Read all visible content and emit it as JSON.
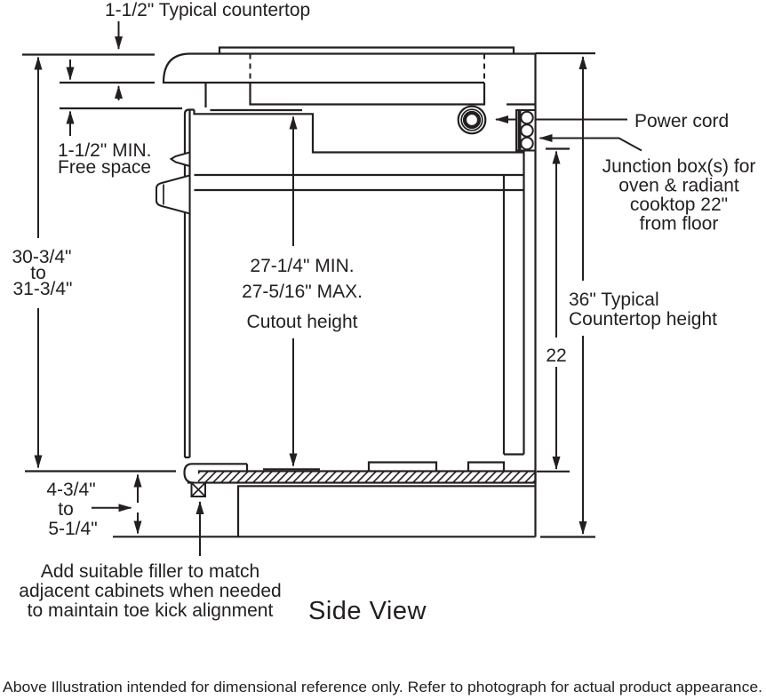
{
  "view": {
    "title": "Side View",
    "disclaimer": "Above Illustration intended for dimensional reference only. Refer to photograph for actual product appearance."
  },
  "colors": {
    "line": "#231f20",
    "background": "#ffffff"
  },
  "labels": {
    "countertop_typical": "1-1/2\" Typical countertop",
    "free_space_1": "1-1/2\" MIN.",
    "free_space_2": "Free space",
    "range_height_1": "30-3/4\"",
    "range_height_2": "to",
    "range_height_3": "31-3/4\"",
    "cutout_1": "27-1/4\" MIN.",
    "cutout_2": "27-5/16\" MAX.",
    "cutout_3": "Cutout height",
    "power_cord": "Power cord",
    "junction_1": "Junction box(s) for",
    "junction_2": "oven & radiant",
    "junction_3": "cooktop 22\"",
    "junction_4": "from floor",
    "countertop_height_1": "36\" Typical",
    "countertop_height_2": "Countertop height",
    "dim_22": "22",
    "toekick_1": "4-3/4\"",
    "toekick_2": "to",
    "toekick_3": "5-1/4\"",
    "filler_1": "Add suitable filler to match",
    "filler_2": "adjacent cabinets when needed",
    "filler_3": "to maintain toe kick alignment"
  },
  "icons": {
    "power_cord_coil": "concentric-circles",
    "junction_box": "box-with-three-knockouts",
    "filler_block": "x-crossed-box",
    "hatch_strip": "diagonal-hatch"
  }
}
